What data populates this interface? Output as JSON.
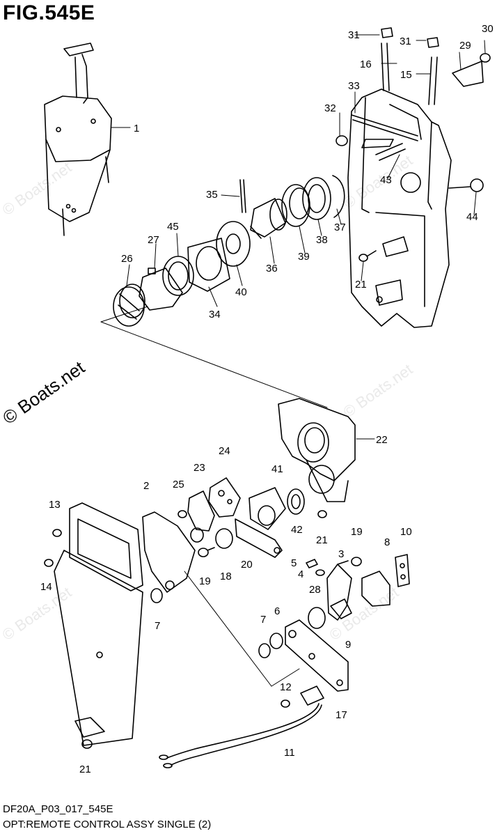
{
  "header": {
    "fig_title": "FIG.545E"
  },
  "footer": {
    "code": "DF20A_P03_017_545E",
    "subtitle": "OPT:REMOTE CONTROL ASSY SINGLE (2)"
  },
  "watermark": {
    "text": "© Boats.net"
  },
  "callouts": [
    "1",
    "2",
    "3",
    "4",
    "5",
    "6",
    "7",
    "7",
    "8",
    "9",
    "10",
    "11",
    "12",
    "13",
    "14",
    "15",
    "16",
    "17",
    "18",
    "19",
    "19",
    "20",
    "21",
    "21",
    "21",
    "22",
    "23",
    "24",
    "25",
    "26",
    "27",
    "28",
    "29",
    "30",
    "31",
    "31",
    "32",
    "33",
    "34",
    "35",
    "36",
    "37",
    "38",
    "39",
    "40",
    "41",
    "42",
    "43",
    "44",
    "45"
  ]
}
